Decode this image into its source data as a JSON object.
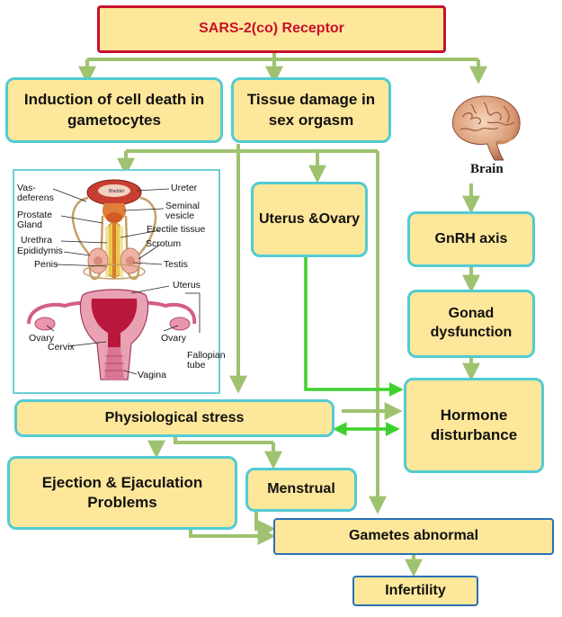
{
  "nodes": {
    "receptor": "SARS-2(co) Receptor",
    "cell_death": "Induction of cell death in gametocytes",
    "tissue_damage": "Tissue damage in sex orgasm",
    "brain": "Brain",
    "uterus_ovary": "Uterus &Ovary",
    "gnrh": "GnRH axis",
    "gonad": "Gonad dysfunction",
    "hormone": "Hormone disturbance",
    "physio_stress": "Physiological stress",
    "ejection": "Ejection & Ejaculation Problems",
    "menstrual": "Menstrual",
    "gametes": "Gametes abnormal",
    "infertility": "Infertility"
  },
  "anatomy_labels": {
    "male": {
      "bladder": "Bladder",
      "vas_deferens": "Vas-\ndeferens",
      "prostate": "Prostate\nGland",
      "urethra": "Urethra",
      "epididymis": "Epididymis",
      "penis": "Penis",
      "ureter": "Ureter",
      "seminal_vesicle": "Seminal\nvesicle",
      "erectile_tissue": "Erectile tissue",
      "scrotum": "Scrotum",
      "testis": "Testis"
    },
    "female": {
      "uterus": "Uterus",
      "ovary_left": "Ovary",
      "cervix": "Cervix",
      "ovary_right": "Ovary",
      "fallopian_tube": "Fallopian\ntube",
      "vagina": "Vagina"
    }
  },
  "colors": {
    "box_fill": "#fde79a",
    "box_border_teal": "#52cbd2",
    "box_border_blue": "#2a6fb6",
    "receptor_border": "#c8102e",
    "arrow_olive": "#9fc270",
    "arrow_bright": "#3ed12e"
  }
}
